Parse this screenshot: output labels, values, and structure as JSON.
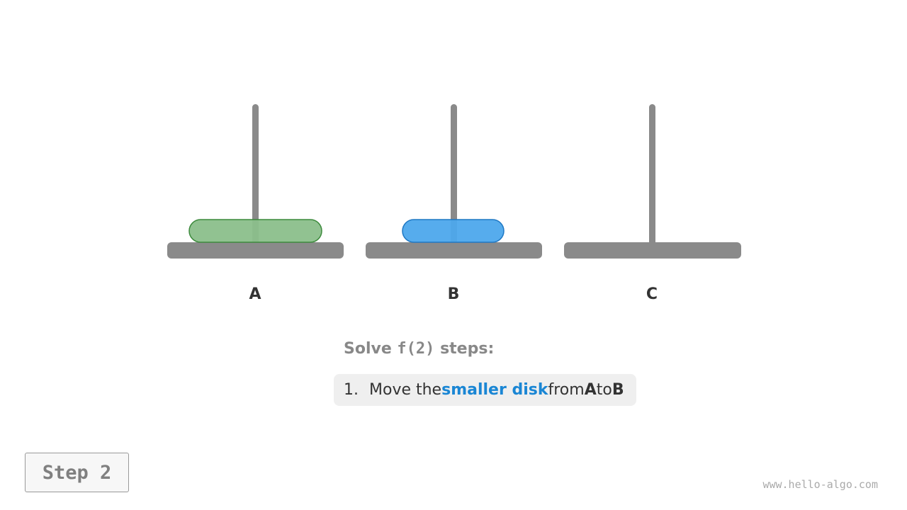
{
  "towers": [
    {
      "label": "A",
      "disks": [
        {
          "size": "large",
          "color": "#8bbf8b",
          "stroke": "#3c8a3c"
        }
      ]
    },
    {
      "label": "B",
      "disks": [
        {
          "size": "small",
          "color": "#4da8ec",
          "stroke": "#1f78c4"
        }
      ]
    },
    {
      "label": "C",
      "disks": []
    }
  ],
  "colors": {
    "tower": "#8a8a8a",
    "highlight": "#1a86d4"
  },
  "caption": {
    "prefix": "Solve ",
    "code": "f(2)",
    "suffix": " steps:"
  },
  "steps": [
    {
      "number": "1.",
      "pre": "Move the ",
      "highlight": "smaller disk",
      "mid1": " from ",
      "from": "A",
      "mid2": " to ",
      "to": "B"
    }
  ],
  "step_badge": "Step 2",
  "watermark": "www.hello-algo.com"
}
